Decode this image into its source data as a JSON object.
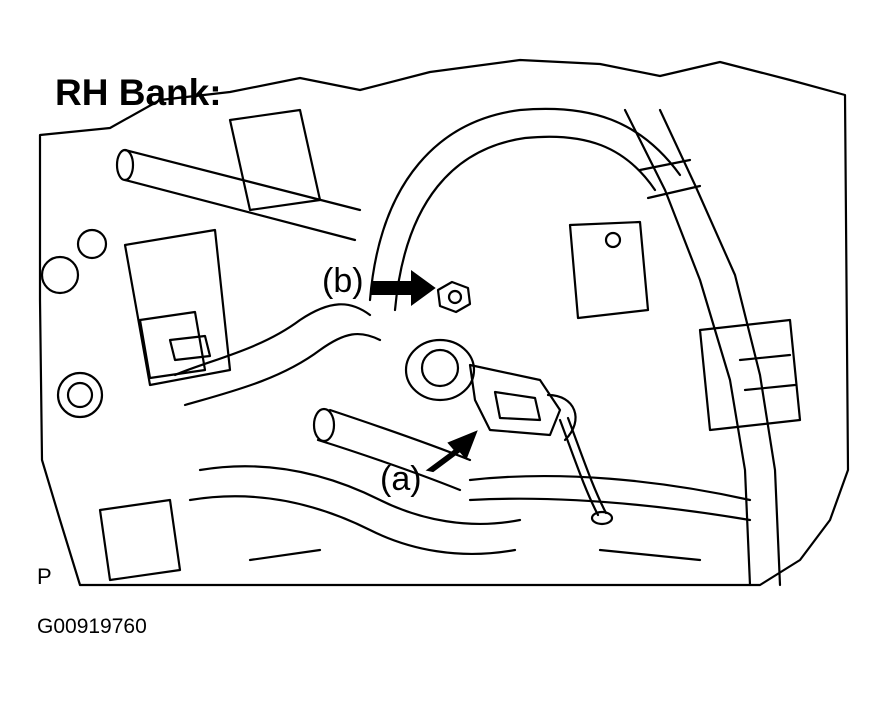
{
  "title": "RH Bank:",
  "callouts": {
    "b": "(b)",
    "a": "(a)"
  },
  "corner_mark": "P",
  "figure_code": "G00919760",
  "colors": {
    "line": "#000000",
    "background": "#ffffff"
  }
}
